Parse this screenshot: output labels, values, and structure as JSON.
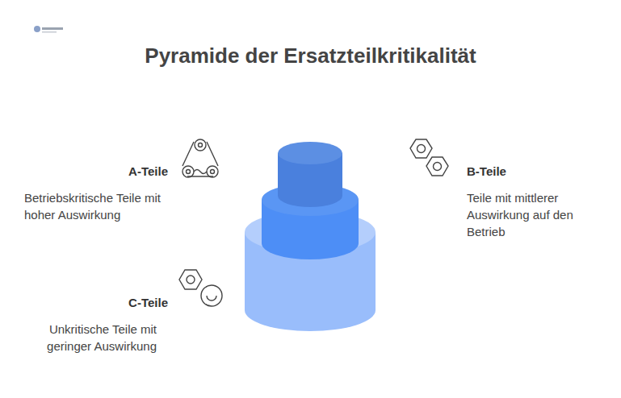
{
  "diagram": {
    "title": "Pyramide der Ersatzteilkritikalität",
    "nodes": [
      {
        "text": [
          "A-Teile",
          "Betriebskritische Teile mit hoher Auswirkung"
        ]
      },
      {
        "text": [
          "B-Teile",
          "Teile mit mittlerer Auswirkung auf den Betrieb"
        ]
      },
      {
        "text": [
          "C-Teile",
          "Unkritische Teile mit geringer Auswirkung"
        ]
      }
    ],
    "edges": []
  }
}
